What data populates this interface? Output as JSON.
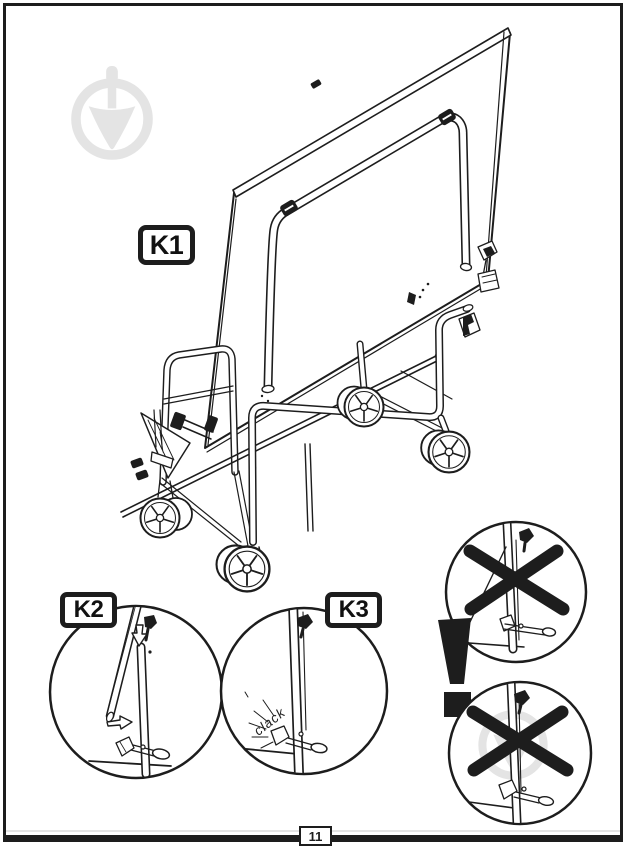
{
  "page": {
    "number": "11",
    "background_color": "#ffffff",
    "ink_color": "#1d1d1d",
    "watermark_color": "#e4e4e4"
  },
  "diagram": {
    "step_labels": {
      "k1": "K1",
      "k2": "K2",
      "k3": "K3"
    },
    "sound_text": "clack",
    "warning_symbol": "!"
  },
  "icons": {
    "watermark": "trowel-logo-icon",
    "prohibition": "cross-icon",
    "warning": "exclamation-icon",
    "push_direction": "down-arrow-icon",
    "slide_direction": "right-arrow-icon"
  }
}
